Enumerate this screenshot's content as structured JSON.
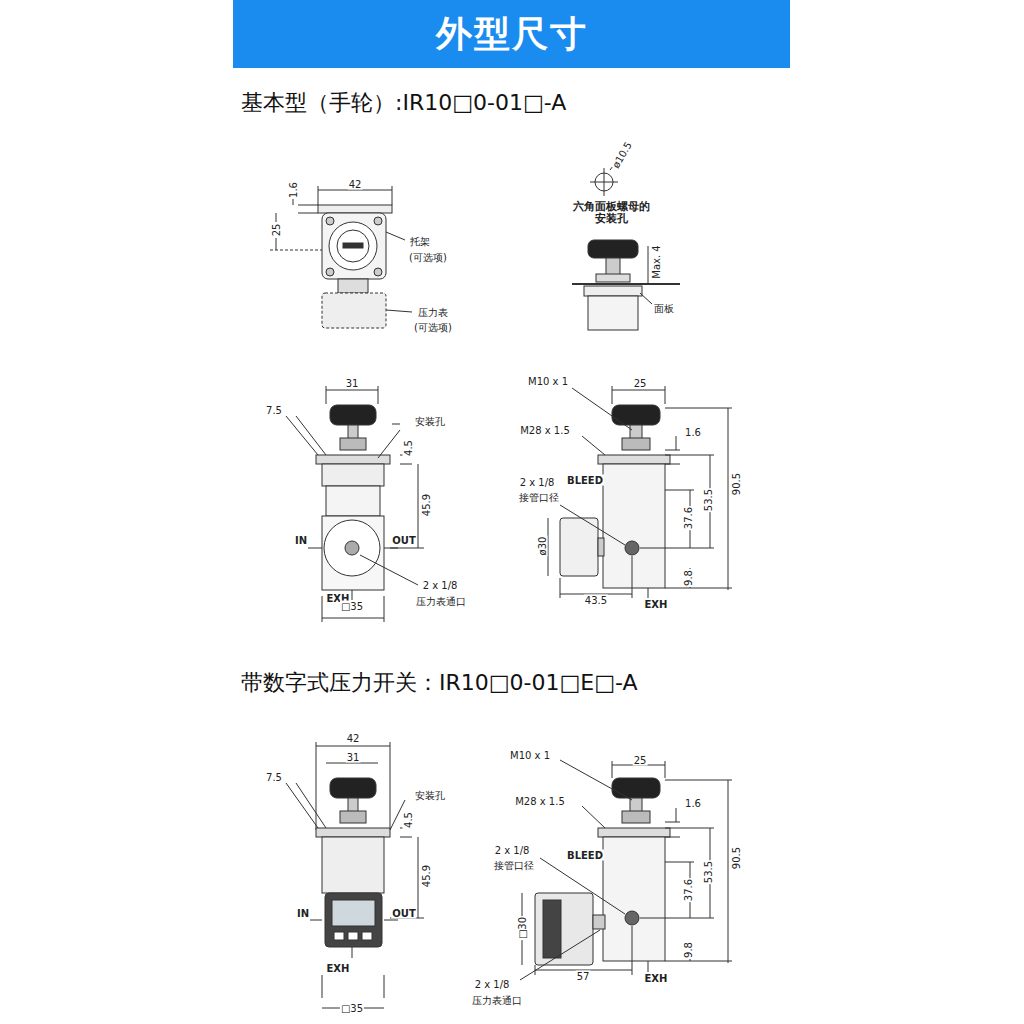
{
  "diagram": {
    "title": "外型尺寸",
    "labels": [
      "基本型（手轮）:IR10□0-01□-A",
      "42",
      "1.6",
      "25",
      "托架",
      "(可选项)",
      "压力表",
      "(可选项)",
      "ø10.5",
      "六角面板螺母的 安装孔",
      "Max. 4",
      "面板",
      "31",
      "7.5",
      "安装孔",
      "4.5",
      "45.9",
      "IN",
      "OUT",
      "EXH",
      "2 x 1/8",
      "压力表通口",
      "□35",
      "M10 x 1",
      "25",
      "M28 x 1.5",
      "1.6",
      "BLEED",
      "2 x 1/8",
      "接管口径",
      "53.5",
      "90.5",
      "37.6",
      "ø30",
      "43.5",
      "9.8",
      "EXH",
      "带数字式压力开关：IR10□0-01□E□-A",
      "42",
      "31",
      "7.5",
      "安装孔",
      "4.5",
      "45.9",
      "IN",
      "OUT",
      "EXH",
      "□35",
      "M10 x 1",
      "25",
      "M28 x 1.5",
      "1.6",
      "2 x 1/8",
      "接管口径",
      "BLEED",
      "37.6",
      "53.5",
      "90.5",
      "□30",
      "9.8",
      "57",
      "EXH",
      "2 x 1/8",
      "压力表通口"
    ]
  }
}
